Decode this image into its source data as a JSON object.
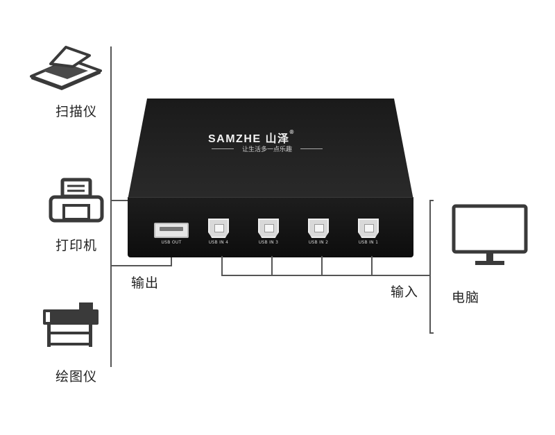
{
  "devices_left": [
    {
      "label": "扫描仪",
      "icon": "scanner-icon"
    },
    {
      "label": "打印机",
      "icon": "printer-icon"
    },
    {
      "label": "绘图仪",
      "icon": "plotter-icon"
    }
  ],
  "device_right": {
    "label": "电脑",
    "icon": "monitor-icon"
  },
  "product": {
    "brand": "SAMZHE 山泽",
    "registered_mark": "®",
    "slogan": "让生活多一点乐趣",
    "ports": [
      {
        "label": "USB OUT"
      },
      {
        "label": "USB IN 4"
      },
      {
        "label": "USB IN 3"
      },
      {
        "label": "USB IN 2"
      },
      {
        "label": "USB IN 1"
      }
    ]
  },
  "labels": {
    "output": "输出",
    "input": "输入"
  },
  "colors": {
    "device": "#111111",
    "line": "#555555",
    "text": "#222222"
  }
}
